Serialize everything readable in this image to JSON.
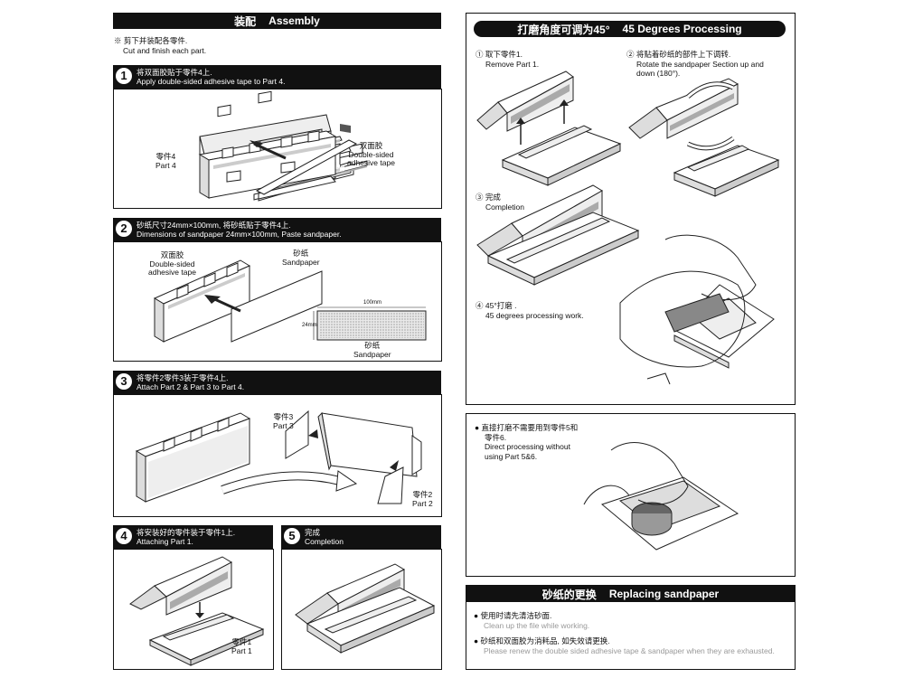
{
  "assembly": {
    "title_cn": "装配",
    "title_en": "Assembly",
    "intro_cn": "※ 剪下并装配各零件.",
    "intro_en": "Cut and finish each part.",
    "steps": [
      {
        "num": "1",
        "cn": "将双面胶贴于零件4上.",
        "en": "Apply double-sided adhesive tape to Part 4.",
        "labels": {
          "part4_cn": "零件4",
          "part4_en": "Part 4",
          "tape_cn": "双面胶",
          "tape_en1": "Double-sided",
          "tape_en2": "adhesive tape"
        }
      },
      {
        "num": "2",
        "cn": "砂纸尺寸24mm×100mm, 将砂纸贴于零件4上.",
        "en": "Dimensions of sandpaper 24mm×100mm, Paste sandpaper.",
        "labels": {
          "tape_cn": "双面胶",
          "tape_en1": "Double-sided",
          "tape_en2": "adhesive tape",
          "sand_cn": "砂纸",
          "sand_en": "Sandpaper",
          "dim_w": "100mm",
          "dim_h": "24mm",
          "sand2_cn": "砂纸",
          "sand2_en": "Sandpaper"
        }
      },
      {
        "num": "3",
        "cn": "将零件2零件3装于零件4上.",
        "en": "Attach Part 2 & Part 3 to Part 4.",
        "labels": {
          "part3_cn": "零件3",
          "part3_en": "Part 3",
          "part2_cn": "零件2",
          "part2_en": "Part 2"
        }
      },
      {
        "num": "4",
        "cn": "将安装好的零件装于零件1上.",
        "en": "Attaching Part 1.",
        "labels": {
          "part1_cn": "零件1",
          "part1_en": "Part 1"
        }
      },
      {
        "num": "5",
        "cn": "完成",
        "en": "Completion"
      }
    ]
  },
  "processing": {
    "title_cn": "打磨角度可调为45°",
    "title_en": "45 Degrees Processing",
    "items": [
      {
        "num": "①",
        "cn": "取下零件1.",
        "en": "Remove Part 1."
      },
      {
        "num": "②",
        "cn": "将贴着砂纸的部件上下调转.",
        "en1": "Rotate the sandpaper Section up and",
        "en2": "down (180°)."
      },
      {
        "num": "③",
        "cn": "完成",
        "en": "Completion"
      },
      {
        "num": "④",
        "cn": "45°打磨 .",
        "en": "45 degrees processing work."
      }
    ]
  },
  "direct": {
    "cn1": "直接打磨不需要用到零件5和",
    "cn2": "零件6.",
    "en1": "Direct processing without",
    "en2": "using Part 5&6."
  },
  "replacing": {
    "title_cn": "砂纸的更换",
    "title_en": "Replacing sandpaper",
    "line1_cn": "使用时请先清洁砂面.",
    "line1_en": "Clean up the file while working.",
    "line2_cn": "砂纸和双面胶为消耗品, 如失效请更换.",
    "line2_en": "Please renew the double sided adhesive tape & sandpaper when they are exhausted."
  }
}
